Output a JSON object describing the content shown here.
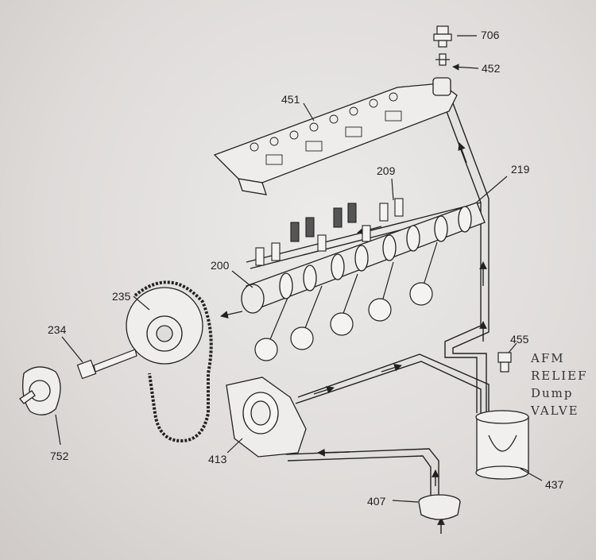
{
  "callouts": {
    "c706": "706",
    "c452": "452",
    "c451": "451",
    "c209": "209",
    "c219": "219",
    "c200": "200",
    "c235": "235",
    "c234": "234",
    "c455": "455",
    "c752": "752",
    "c413": "413",
    "c437": "437",
    "c407": "407"
  },
  "note": {
    "line1": "AFM",
    "line2": "RELIEF",
    "line3": "Dump",
    "line4": "VALVE"
  },
  "colors": {
    "ink": "#222222",
    "paper": "#e8e6e4"
  }
}
